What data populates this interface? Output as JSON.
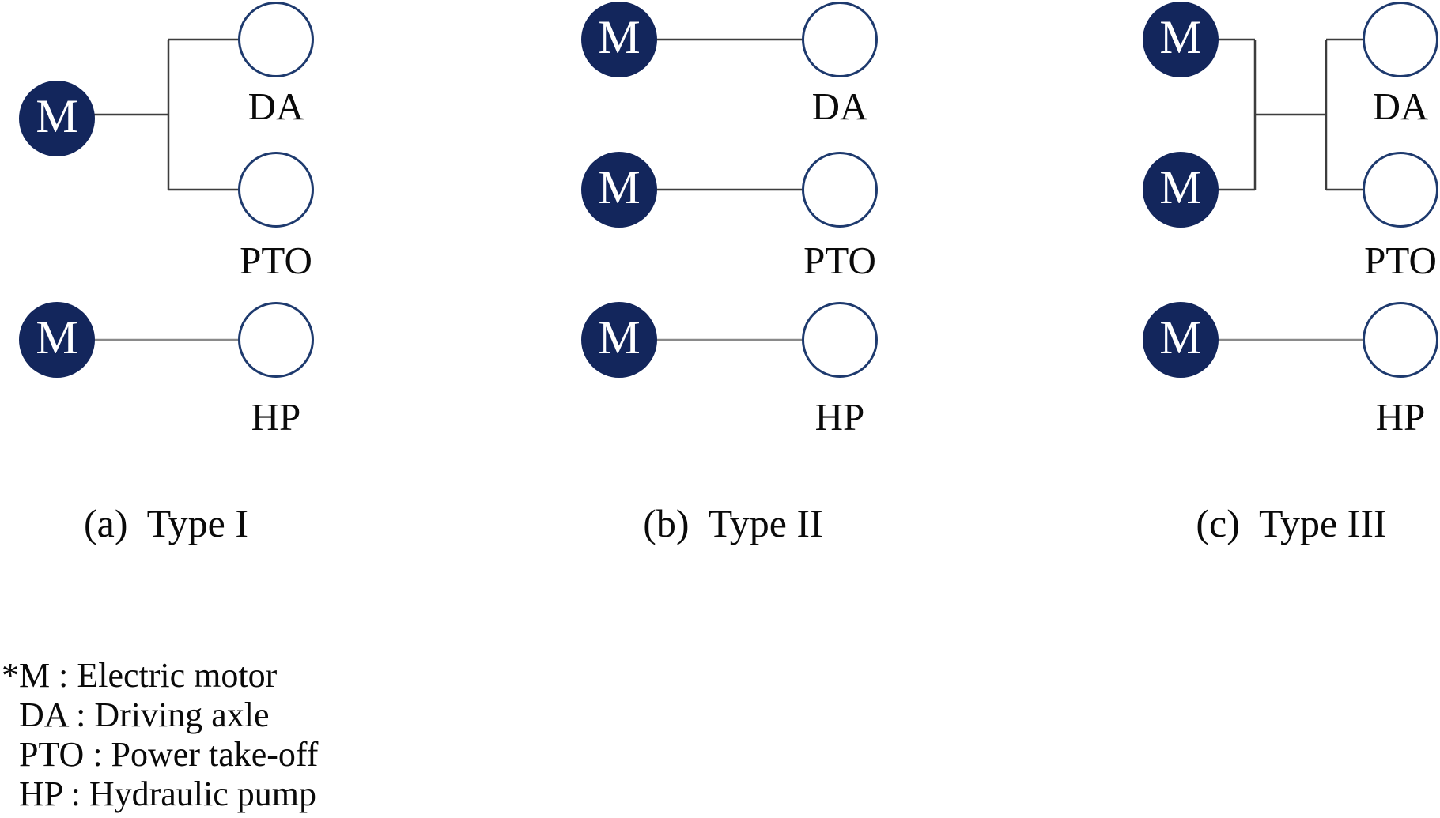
{
  "panels": [
    {
      "caption": "(a)  Type I",
      "motors": [
        {
          "label": "M"
        },
        {
          "label": "M"
        }
      ],
      "targets": [
        {
          "label": "DA"
        },
        {
          "label": "PTO"
        },
        {
          "label": "HP"
        }
      ]
    },
    {
      "caption": "(b)  Type II",
      "motors": [
        {
          "label": "M"
        },
        {
          "label": "M"
        },
        {
          "label": "M"
        }
      ],
      "targets": [
        {
          "label": "DA"
        },
        {
          "label": "PTO"
        },
        {
          "label": "HP"
        }
      ]
    },
    {
      "caption": "(c)  Type III",
      "motors": [
        {
          "label": "M"
        },
        {
          "label": "M"
        },
        {
          "label": "M"
        }
      ],
      "targets": [
        {
          "label": "DA"
        },
        {
          "label": "PTO"
        },
        {
          "label": "HP"
        }
      ]
    }
  ],
  "legend": {
    "lines": [
      "*M : Electric motor",
      "DA : Driving axle",
      "PTO : Power take-off",
      "HP : Hydraulic pump"
    ]
  },
  "colors": {
    "motor_fill": "#13265C",
    "motor_text": "#FFFFFF",
    "target_stroke": "#1E3A6E",
    "connector_dark": "#3D3D3D",
    "connector_gray": "#8A8A8A",
    "text": "#0A0A0A",
    "background": "#FFFFFF"
  }
}
